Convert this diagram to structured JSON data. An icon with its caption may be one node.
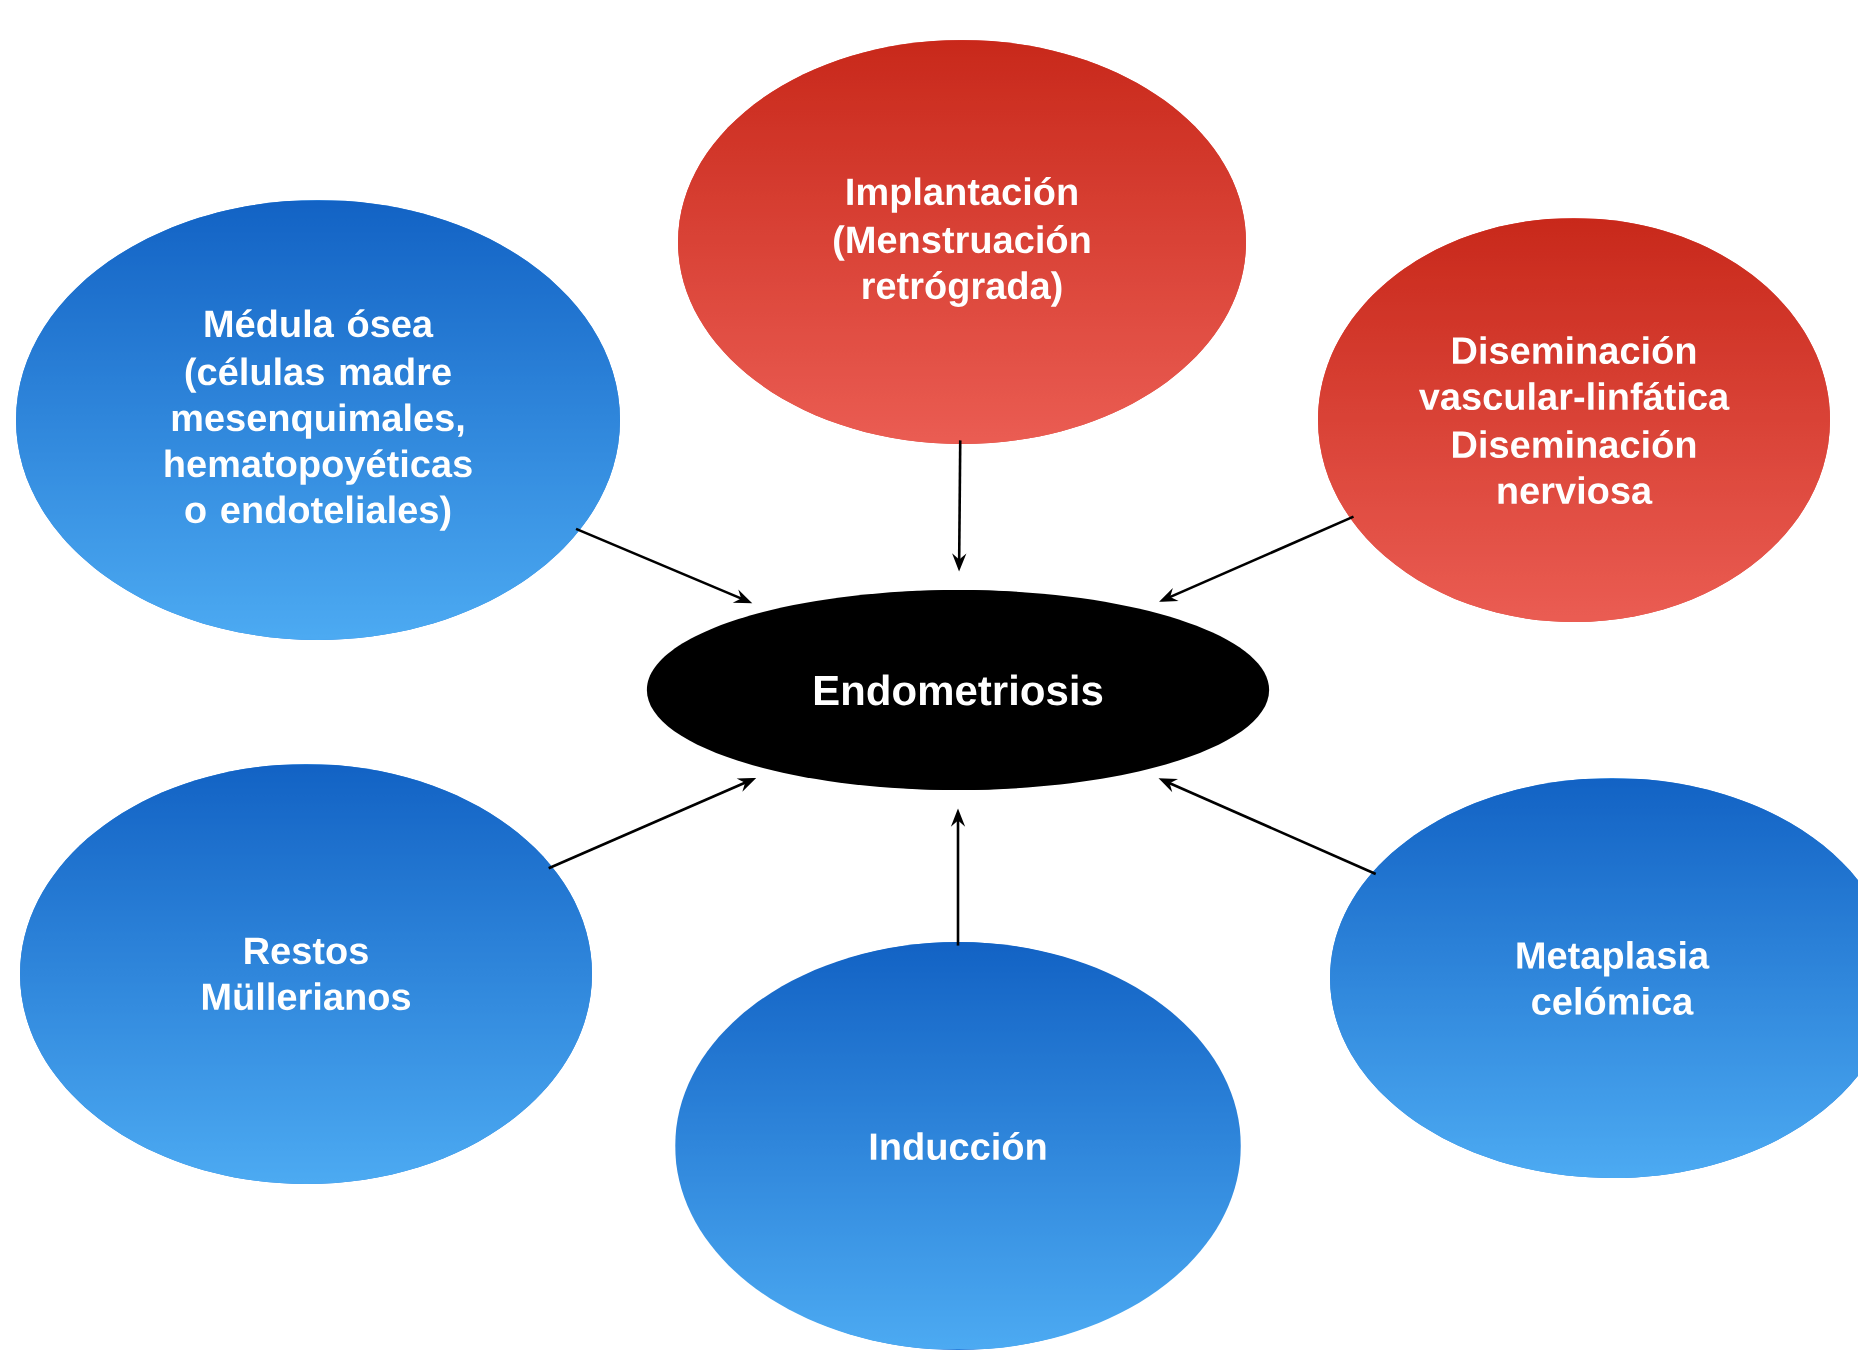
{
  "diagram": {
    "nodes": [
      {
        "text": [
          "Implantación",
          "(Menstruación retrógrada)"
        ]
      },
      {
        "text": [
          "Médula ósea",
          "(células madre mesenquimales, hematopoyéticas o endoteliales)"
        ]
      },
      {
        "text": [
          "Diseminación vascular-linfática",
          "Diseminación nerviosa"
        ]
      },
      {
        "text": [
          "Endometriosis"
        ]
      },
      {
        "text": [
          "Restos Müllerianos"
        ]
      },
      {
        "text": [
          "Metaplasia celómica"
        ]
      },
      {
        "text": [
          "Inducción"
        ]
      }
    ],
    "edges": [
      {
        "from": 0,
        "to": 3,
        "arrow": "to"
      },
      {
        "from": 1,
        "to": 3,
        "arrow": "to"
      },
      {
        "from": 2,
        "to": 3,
        "arrow": "to"
      },
      {
        "from": 4,
        "to": 3,
        "arrow": "to"
      },
      {
        "from": 5,
        "to": 3,
        "arrow": "to"
      },
      {
        "from": 6,
        "to": 3,
        "arrow": "to"
      }
    ]
  }
}
